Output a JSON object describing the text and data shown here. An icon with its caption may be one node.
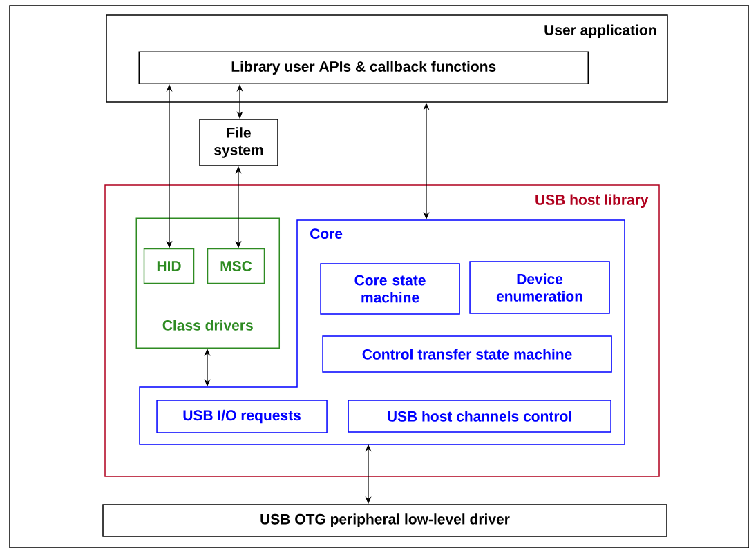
{
  "diagram": {
    "nodes": [
      {
        "text": [
          "User application"
        ]
      },
      {
        "text": [
          "Library user APIs & callback functions"
        ],
        "in": 0
      },
      {
        "text": [
          "File system"
        ]
      },
      {
        "text": [
          "USB host library"
        ]
      },
      {
        "text": [
          "Class drivers"
        ],
        "in": 3
      },
      {
        "text": [
          "HID"
        ],
        "in": 4
      },
      {
        "text": [
          "MSC"
        ],
        "in": 4
      },
      {
        "text": [
          "Core"
        ],
        "in": 3
      },
      {
        "text": [
          "Core state machine"
        ],
        "in": 7
      },
      {
        "text": [
          "Device enumeration"
        ],
        "in": 7
      },
      {
        "text": [
          "Control transfer state machine"
        ],
        "in": 7
      },
      {
        "text": [
          "USB I/O requests"
        ],
        "in": 7
      },
      {
        "text": [
          "USB host channels control"
        ],
        "in": 7
      },
      {
        "text": [
          "USB OTG peripheral low-level driver"
        ]
      }
    ],
    "edges": [
      {
        "from": 1,
        "to": 5,
        "arrow": "both"
      },
      {
        "from": 1,
        "to": 2,
        "arrow": "both"
      },
      {
        "from": 2,
        "to": 6,
        "arrow": "both"
      },
      {
        "from": 0,
        "to": 7,
        "arrow": "both"
      },
      {
        "from": 4,
        "to": 7,
        "arrow": "both"
      },
      {
        "from": 7,
        "to": 13,
        "arrow": "both"
      }
    ]
  }
}
